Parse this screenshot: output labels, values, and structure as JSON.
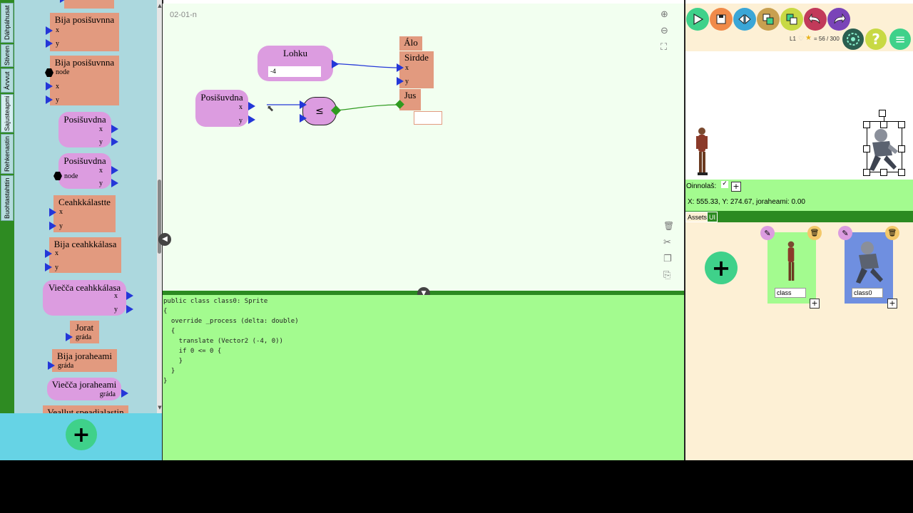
{
  "palette": {
    "tabs": [
      "Dáhpáhusat",
      "Stivren",
      "Árvvut",
      "Sajusteapmi",
      "Rehkenastin",
      "Buohtastahttin"
    ],
    "blocks": [
      {
        "title": "Bija posišuvnna",
        "ports": [
          "x",
          "y"
        ]
      },
      {
        "title": "Bija posišuvnna",
        "ports": [
          "node",
          "x",
          "y"
        ]
      },
      {
        "title": "Posišuvdna",
        "ports": [
          "x",
          "y"
        ]
      },
      {
        "title": "Posišuvdna",
        "ports": [
          "node",
          "x",
          "y"
        ]
      },
      {
        "title": "Ceahkkálastte",
        "ports": [
          "x",
          "y"
        ]
      },
      {
        "title": "Bija ceahkkálasa",
        "ports": [
          "x",
          "y"
        ]
      },
      {
        "title": "Viečča ceahkkálasa",
        "ports": [
          "x",
          "y"
        ]
      },
      {
        "title": "Jorat",
        "ports": [
          "gráda"
        ]
      },
      {
        "title": "Bija joraheami",
        "ports": [
          "gráda"
        ]
      },
      {
        "title": "Viečča joraheami",
        "ports": [
          "gráda"
        ]
      },
      {
        "title": "Veallut speadjalastin",
        "ports": []
      }
    ]
  },
  "canvas": {
    "label": "02-01-n",
    "nodes": {
      "lohku": {
        "title": "Lohku",
        "value": "-4"
      },
      "posisuvdna": {
        "title": "Posišuvdna",
        "x": "x",
        "y": "y"
      },
      "compare": {
        "symbol": "≤"
      },
      "alo": {
        "title": "Álo"
      },
      "sirdde": {
        "title": "Sirdde",
        "x": "x",
        "y": "y"
      },
      "jus": {
        "title": "Jus"
      }
    }
  },
  "code": {
    "text": "public class class0: Sprite\n{\n  override _process (delta: double)\n  {\n    translate (Vector2 (-4, 0))\n    if 0 <= 0 {\n    }\n  }\n}"
  },
  "status": {
    "level": "L1",
    "score": "56 / 300"
  },
  "properties": {
    "visible_label": "Oinnolaš:",
    "coords": "X: 555.33, Y: 274.67, joraheami: 0.00"
  },
  "tabs": [
    "Assets",
    "UI"
  ],
  "assets": [
    {
      "name": "class"
    },
    {
      "name": "class0"
    }
  ],
  "colors": {
    "green": "#2b8a21",
    "codebg": "#a3fb8f",
    "palette": "#acd8de",
    "block": "#e29a7f",
    "pill": "#dc9ce0"
  }
}
